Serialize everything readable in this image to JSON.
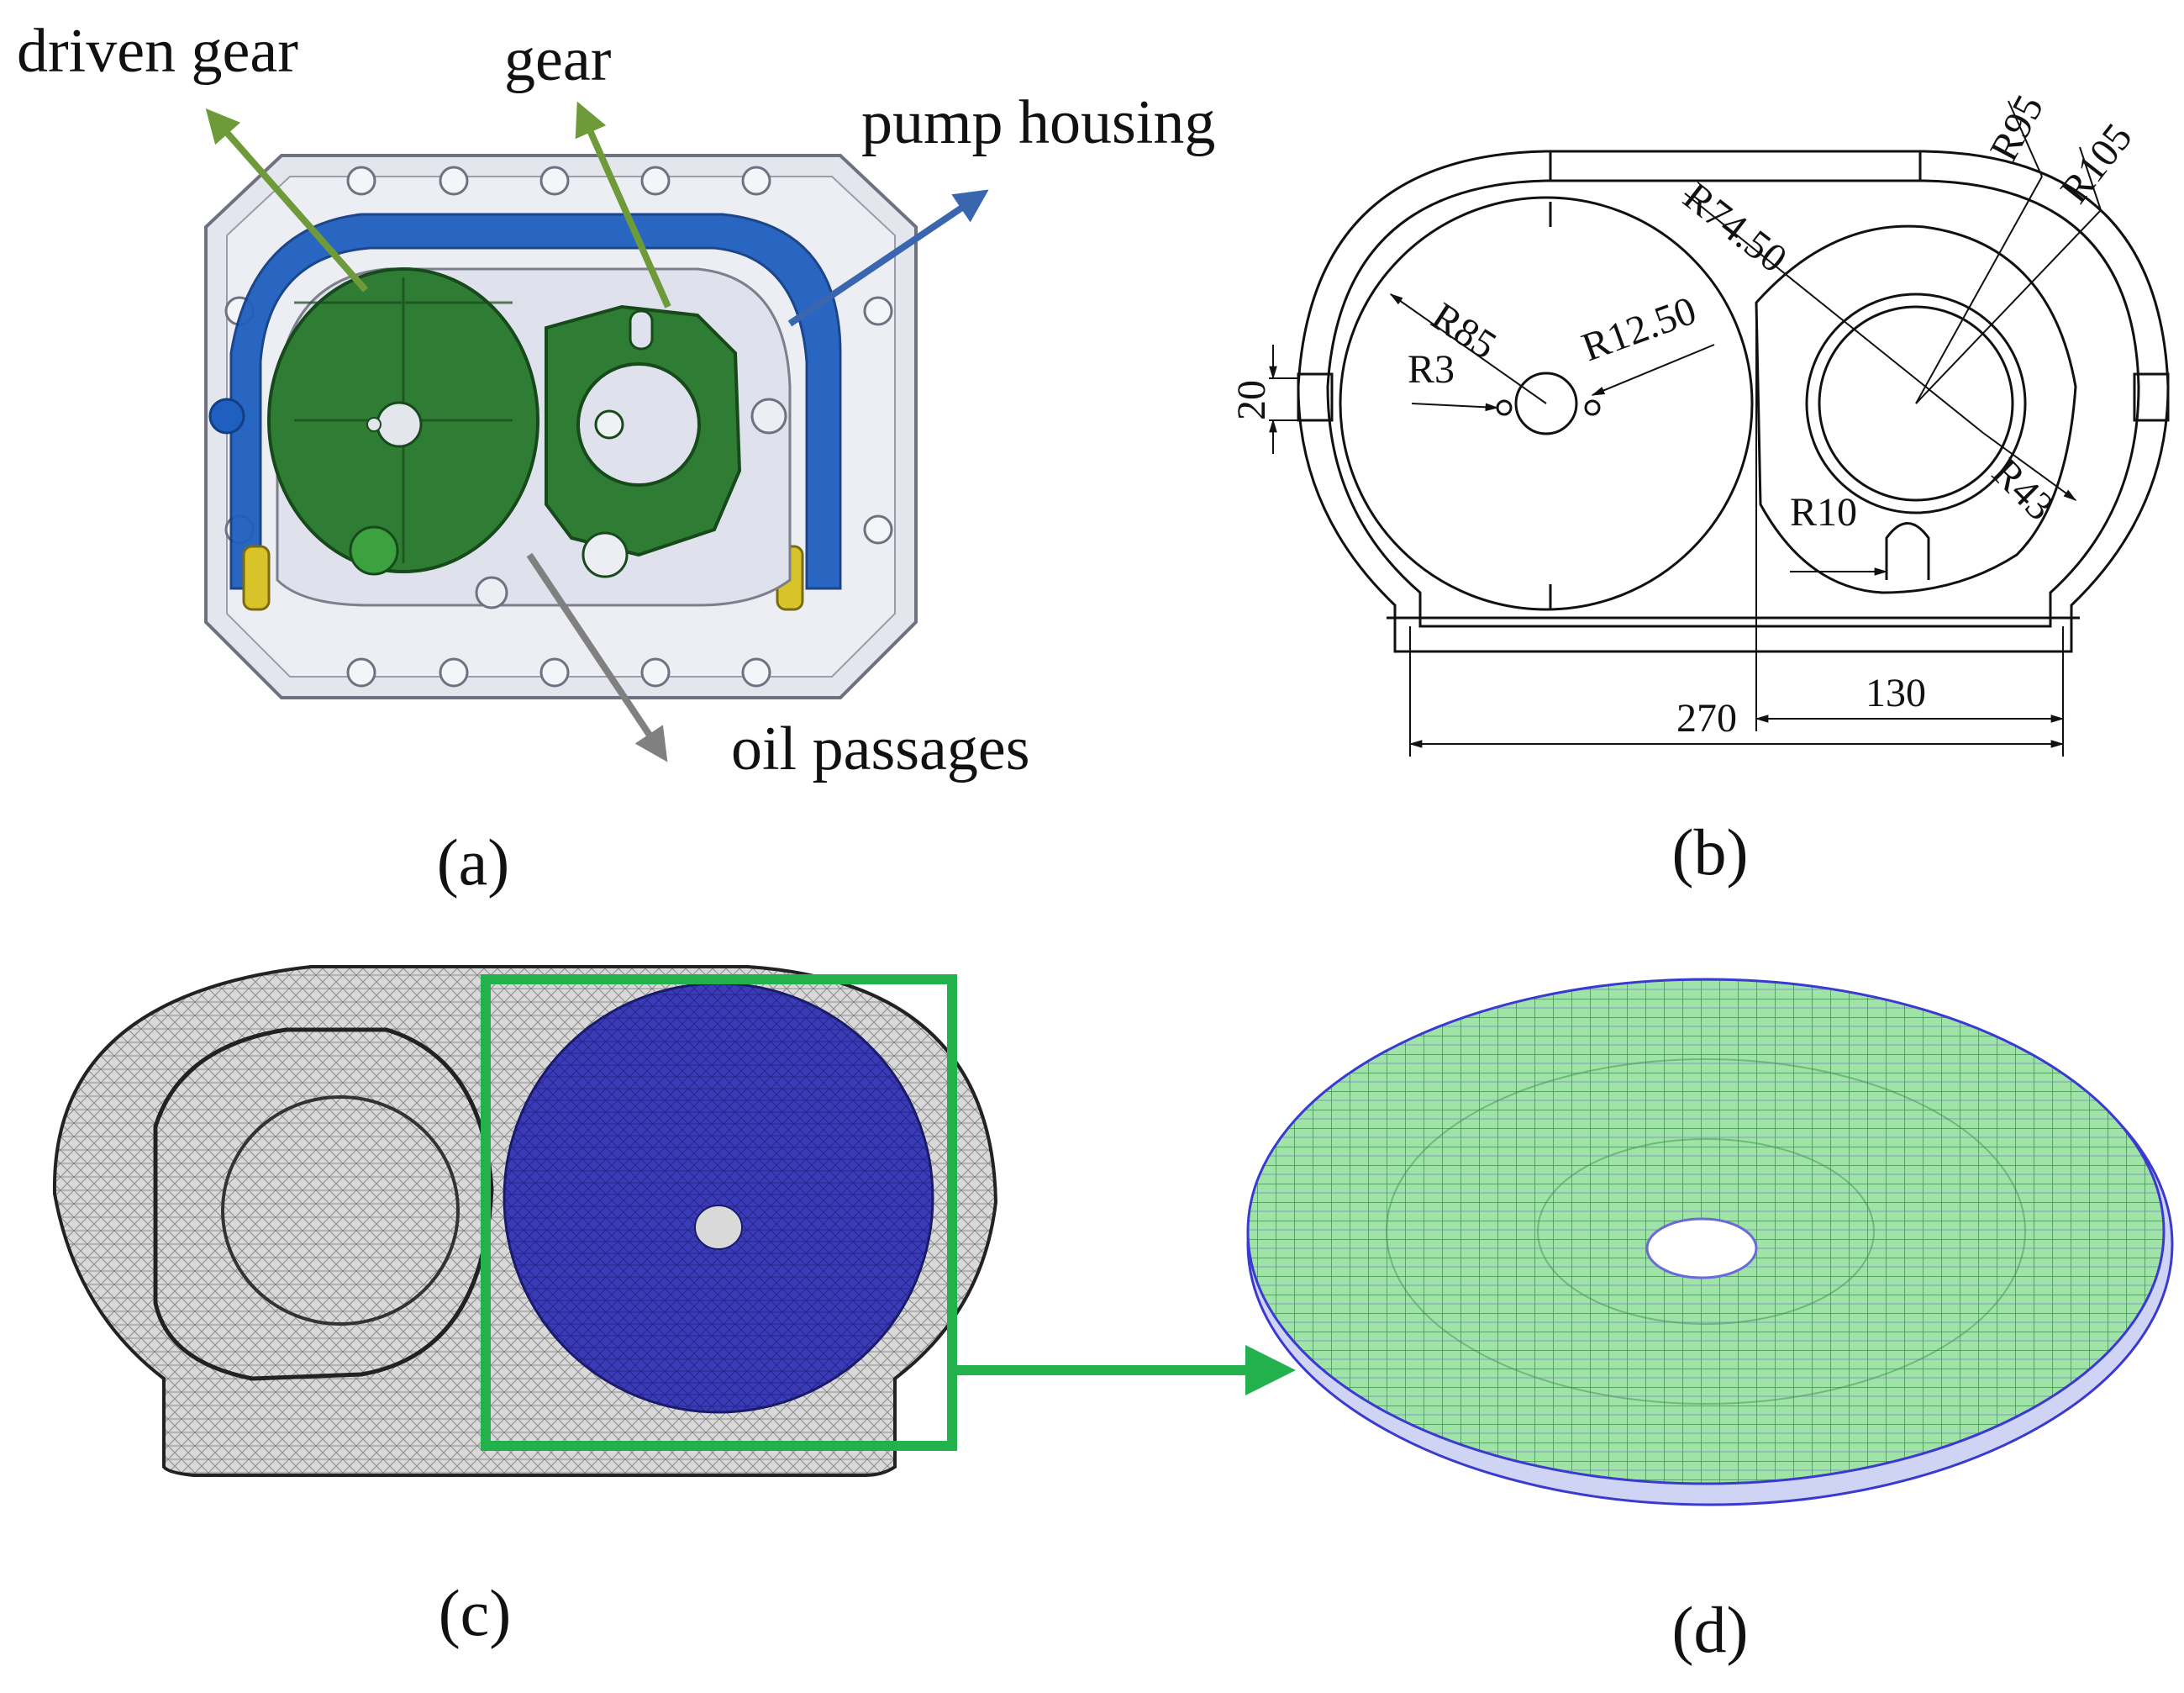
{
  "figure": {
    "panels": {
      "a": {
        "letter": "(a)"
      },
      "b": {
        "letter": "(b)"
      },
      "c": {
        "letter": "(c)"
      },
      "d": {
        "letter": "(d)"
      }
    },
    "callouts": {
      "driven_gear": "driven gear",
      "gear": "gear",
      "pump_housing": "pump housing",
      "oil_passages": "oil passages"
    },
    "dimensions": {
      "r85": "R85",
      "r3": "R3",
      "r12_50": "R12.50",
      "r74_50": "R74.50",
      "r95": "R95",
      "r105": "R105",
      "r43": "R43",
      "r10": "R10",
      "d20": "20",
      "d270": "270",
      "d130": "130"
    },
    "colors": {
      "driven_gear_arrow": "#6f9a3a",
      "gear_arrow": "#6f9a3a",
      "housing_arrow": "#3a66b0",
      "oil_arrow": "#808080",
      "gear_green": "#2f7d34",
      "housing_blue": "#1f5fbf",
      "mesh_blue": "#2a2aa8",
      "highlight_green": "#22b14c",
      "mesh_green": "#7fd68a"
    }
  }
}
